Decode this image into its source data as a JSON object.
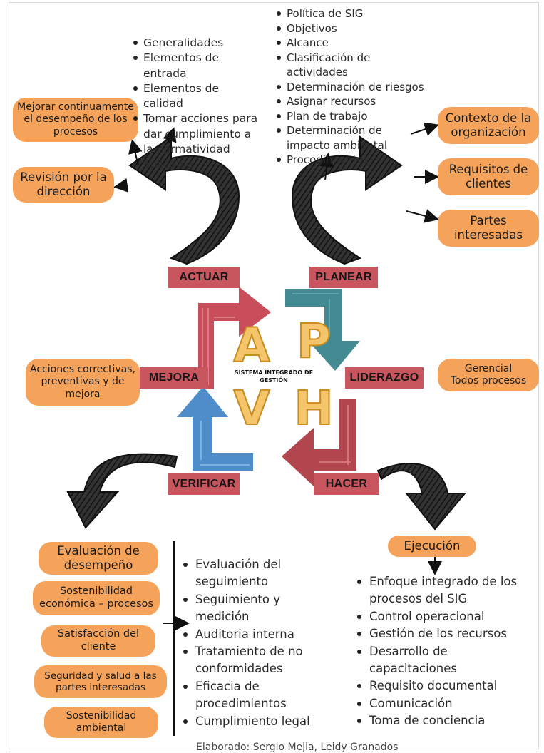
{
  "lists": {
    "actuar_items": [
      "Generalidades",
      "Elementos de entrada",
      "Elementos de calidad",
      "Tomar acciones para dar cumplimiento a la normatividad aplicable"
    ],
    "planear_items": [
      "Política de SIG",
      "Objetivos",
      "Alcance",
      "Clasificación de actividades",
      "Determinación de riesgos",
      "Asignar recursos",
      "Plan de trabajo",
      "Determinación de impacto ambiental",
      "Procedimientos"
    ],
    "verificar_items": [
      "Evaluación del seguimiento",
      "Seguimiento y medición",
      "Auditoria interna",
      "Tratamiento de no conformidades",
      "Eficacia de procedimientos",
      "Cumplimiento legal"
    ],
    "hacer_items": [
      "Enfoque integrado de los procesos del SIG",
      "Control operacional",
      "Gestión de los recursos",
      "Desarrollo de capacitaciones",
      "Requisito documental",
      "Comunicación",
      "Toma de conciencia"
    ]
  },
  "boxes": {
    "mejorar": "Mejorar continuamente el desempeño de los procesos",
    "revision": "Revisión por la dirección",
    "contexto": "Contexto de la organización",
    "requisitos": "Requisitos de clientes",
    "partes": "Partes interesadas",
    "acciones": "Acciones correctivas, preventivas y de mejora",
    "gerencial": "Gerencial\nTodos procesos",
    "ejecucion": "Ejecución",
    "evaluacion": "Evaluación de desempeño",
    "sostenibilidad_eco": "Sostenibilidad económica – procesos",
    "satisfaccion": "Satisfacción del cliente",
    "seguridad": "Seguridad y salud a las partes interesadas",
    "sostenibilidad_amb": "Sostenibilidad ambiental"
  },
  "tags": {
    "actuar": "ACTUAR",
    "planear": "PLANEAR",
    "mejora": "MEJORA",
    "liderazgo": "LIDERAZGO",
    "verificar": "VERIFICAR",
    "hacer": "HACER"
  },
  "center": {
    "label": "SISTEMA INTEGRADO DE GESTIÓN",
    "letters": [
      "A",
      "P",
      "V",
      "H"
    ]
  },
  "footer": "Elaborado: Sergio Mejia, Leidy Granados",
  "colors": {
    "box_orange": "#f5a35b",
    "tag_red": "#c9555e",
    "arrow_black": "#222222",
    "cycle_red": "#c23b4a",
    "cycle_teal": "#2f7d86",
    "cycle_blue": "#3b7fc4",
    "cycle_darkred": "#a8323c",
    "letter_gold": "#f4c56a"
  }
}
